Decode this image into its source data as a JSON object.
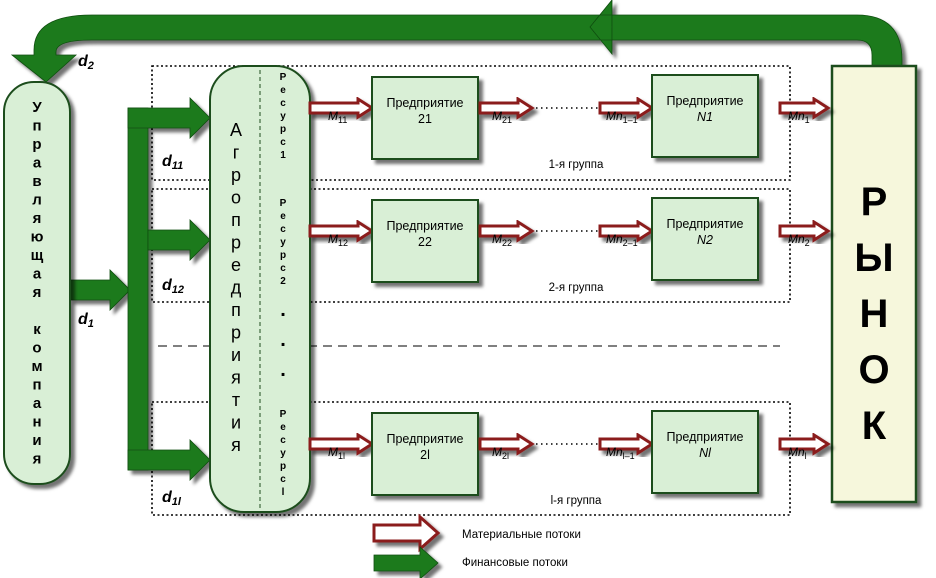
{
  "title": "",
  "colors": {
    "financial": "#1e7a1e",
    "material": "#8b1c1c",
    "box_fill": "#d9efd6",
    "market_fill": "#f6f7dc"
  },
  "management": {
    "label": "Управляющая компания"
  },
  "agro": {
    "label": "Агропредприятия",
    "dots": ". . ."
  },
  "market": {
    "label": "РЫНОК"
  },
  "d": {
    "d2": {
      "main": "d",
      "sub": "2"
    },
    "d1": {
      "main": "d",
      "sub": "1"
    },
    "d11": {
      "main": "d",
      "sub": "11"
    },
    "d12": {
      "main": "d",
      "sub": "12"
    },
    "d1l": {
      "main": "d",
      "sub": "1l"
    }
  },
  "groups": [
    {
      "resource": "Ресурс1",
      "caption": "1-я группа",
      "ent_first": {
        "line1": "Предприятие",
        "line2": "21"
      },
      "ent_last": {
        "line1": "Предприятие",
        "line2": "N1"
      },
      "m_in": {
        "main": "M",
        "sub": "11"
      },
      "m_mid": {
        "main": "M",
        "sub": "21"
      },
      "m_prelast": {
        "main": "Mn",
        "sub": "1–1"
      },
      "m_out": {
        "main": "Mn",
        "sub": "1"
      }
    },
    {
      "resource": "Ресурс2",
      "caption": "2-я группа",
      "ent_first": {
        "line1": "Предприятие",
        "line2": "22"
      },
      "ent_last": {
        "line1": "Предприятие",
        "line2": "N2"
      },
      "m_in": {
        "main": "M",
        "sub": "12"
      },
      "m_mid": {
        "main": "M",
        "sub": "22"
      },
      "m_prelast": {
        "main": "Mn",
        "sub": "2–1"
      },
      "m_out": {
        "main": "Mn",
        "sub": "2"
      }
    },
    {
      "resource": "Ресурсl",
      "caption": "l-я группа",
      "ent_first": {
        "line1": "Предприятие",
        "line2": "2l"
      },
      "ent_last": {
        "line1": "Предприятие",
        "line2": "Nl"
      },
      "m_in": {
        "main": "M",
        "sub": "1l"
      },
      "m_mid": {
        "main": "M",
        "sub": "2l"
      },
      "m_prelast": {
        "main": "Mn",
        "sub": "l–1"
      },
      "m_out": {
        "main": "Mn",
        "sub": "l"
      }
    }
  ],
  "legend": {
    "material": "Материальные потоки",
    "financial": "Финансовые потоки"
  }
}
